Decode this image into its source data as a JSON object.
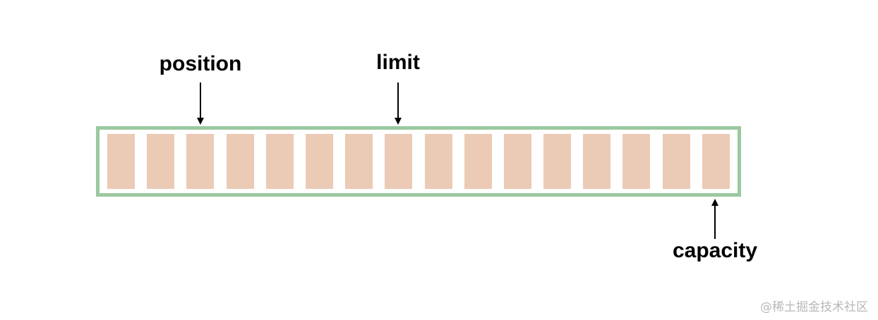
{
  "diagram": {
    "labels": {
      "position": "position",
      "limit": "limit",
      "capacity": "capacity"
    },
    "buffer": {
      "cell_count": 16,
      "frame_color": "#9cc8a0",
      "cell_color": "#ebcbb6"
    },
    "pointers": {
      "position_index": 2,
      "limit_index": 7,
      "capacity_index": 15
    },
    "arrow_color": "#000000"
  },
  "watermark": {
    "text": "@稀土掘金技术社区"
  }
}
